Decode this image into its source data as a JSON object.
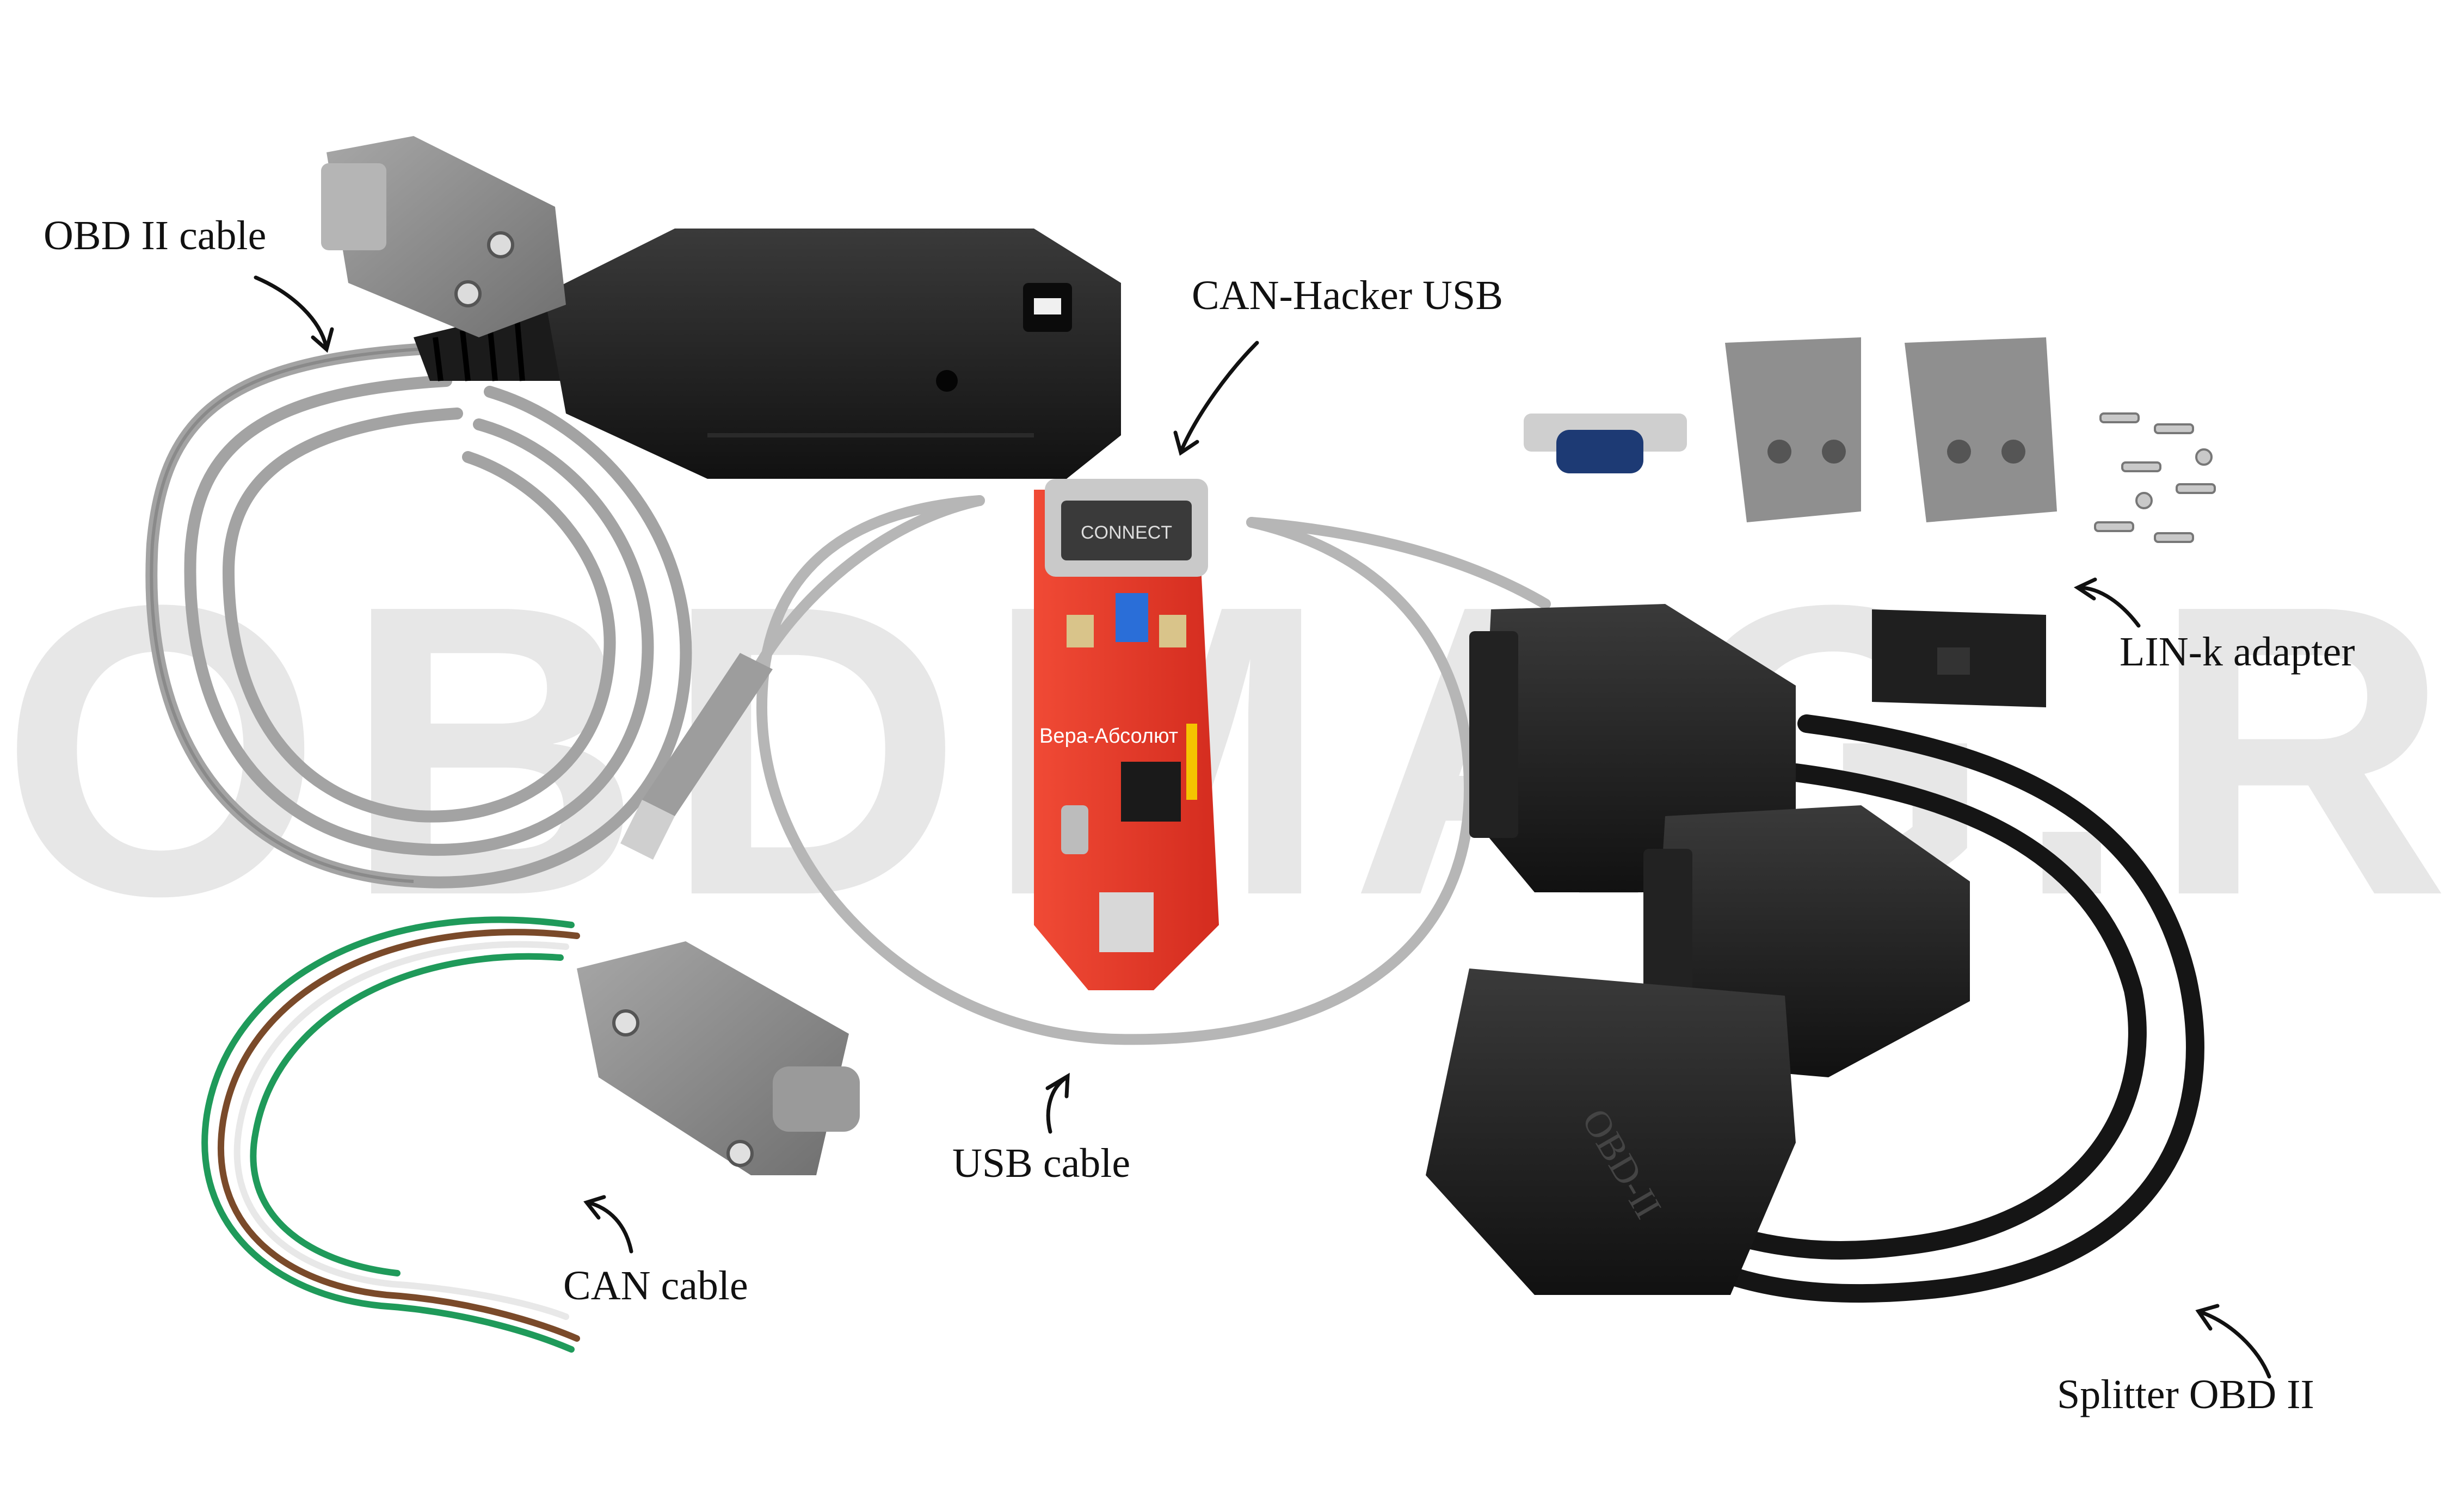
{
  "watermark": "OBDMAG.RU",
  "labels": {
    "obd_cable": "OBD II cable",
    "can_hacker": "CAN-Hacker USB",
    "lin_adapter": "LIN-k adapter",
    "usb_cable": "USB cable",
    "can_cable": "CAN cable",
    "splitter": "Splitter OBD II"
  },
  "board": {
    "brand_text": "Вера-Абсолют",
    "header_text": "CONNECT"
  },
  "splitter_plug_text": "OBD-II",
  "colors": {
    "background": "#ffffff",
    "board_red": "#e8392b",
    "cable_gray": "#a9a9a9",
    "connector_black": "#1c1c1c",
    "dsub_gray": "#8c8c8c",
    "wire_green": "#1f9a5a",
    "wire_brown": "#7a4a2a"
  }
}
